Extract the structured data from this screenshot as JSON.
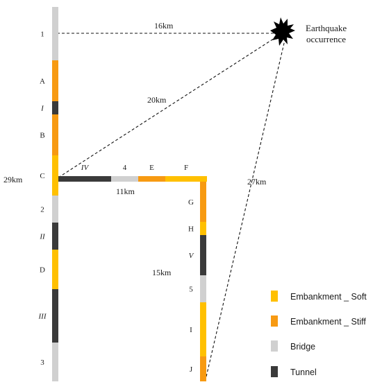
{
  "colors": {
    "embankment_soft": "#FFC000",
    "embankment_stiff": "#F79A12",
    "bridge": "#D0D0D0",
    "tunnel": "#3A3A3A"
  },
  "epicenter": {
    "label_line1": "Earthquake",
    "label_line2": "occurrence"
  },
  "distances": {
    "d16": "16km",
    "d20": "20km",
    "d27": "27km",
    "d29": "29km",
    "d11": "11km",
    "d15": "15km"
  },
  "main_line": [
    {
      "label": "1",
      "type": "bridge",
      "roman": false
    },
    {
      "label": "A",
      "type": "embankment_stiff",
      "roman": false
    },
    {
      "label": "I",
      "type": "tunnel",
      "roman": true
    },
    {
      "label": "B",
      "type": "embankment_stiff",
      "roman": false
    },
    {
      "label": "C",
      "type": "embankment_soft",
      "roman": false
    },
    {
      "label": "2",
      "type": "bridge",
      "roman": false
    },
    {
      "label": "II",
      "type": "tunnel",
      "roman": true
    },
    {
      "label": "D",
      "type": "embankment_soft",
      "roman": false
    },
    {
      "label": "III",
      "type": "tunnel",
      "roman": true
    },
    {
      "label": "3",
      "type": "bridge",
      "roman": false
    }
  ],
  "branch_horizontal": [
    {
      "label": "IV",
      "type": "tunnel",
      "roman": true
    },
    {
      "label": "4",
      "type": "bridge",
      "roman": false
    },
    {
      "label": "E",
      "type": "embankment_stiff",
      "roman": false
    },
    {
      "label": "F",
      "type": "embankment_soft",
      "roman": false
    }
  ],
  "branch_vertical": [
    {
      "label": "G",
      "type": "embankment_stiff",
      "roman": false
    },
    {
      "label": "H",
      "type": "embankment_soft",
      "roman": false
    },
    {
      "label": "V",
      "type": "tunnel",
      "roman": true
    },
    {
      "label": "5",
      "type": "bridge",
      "roman": false
    },
    {
      "label": "I",
      "type": "embankment_soft",
      "roman": false
    },
    {
      "label": "J",
      "type": "embankment_stiff",
      "roman": false
    }
  ],
  "legend": [
    {
      "label": "Embankment _ Soft",
      "type": "embankment_soft"
    },
    {
      "label": "Embankment _ Stiff",
      "type": "embankment_stiff"
    },
    {
      "label": "Bridge",
      "type": "bridge"
    },
    {
      "label": "Tunnel",
      "type": "tunnel"
    }
  ]
}
